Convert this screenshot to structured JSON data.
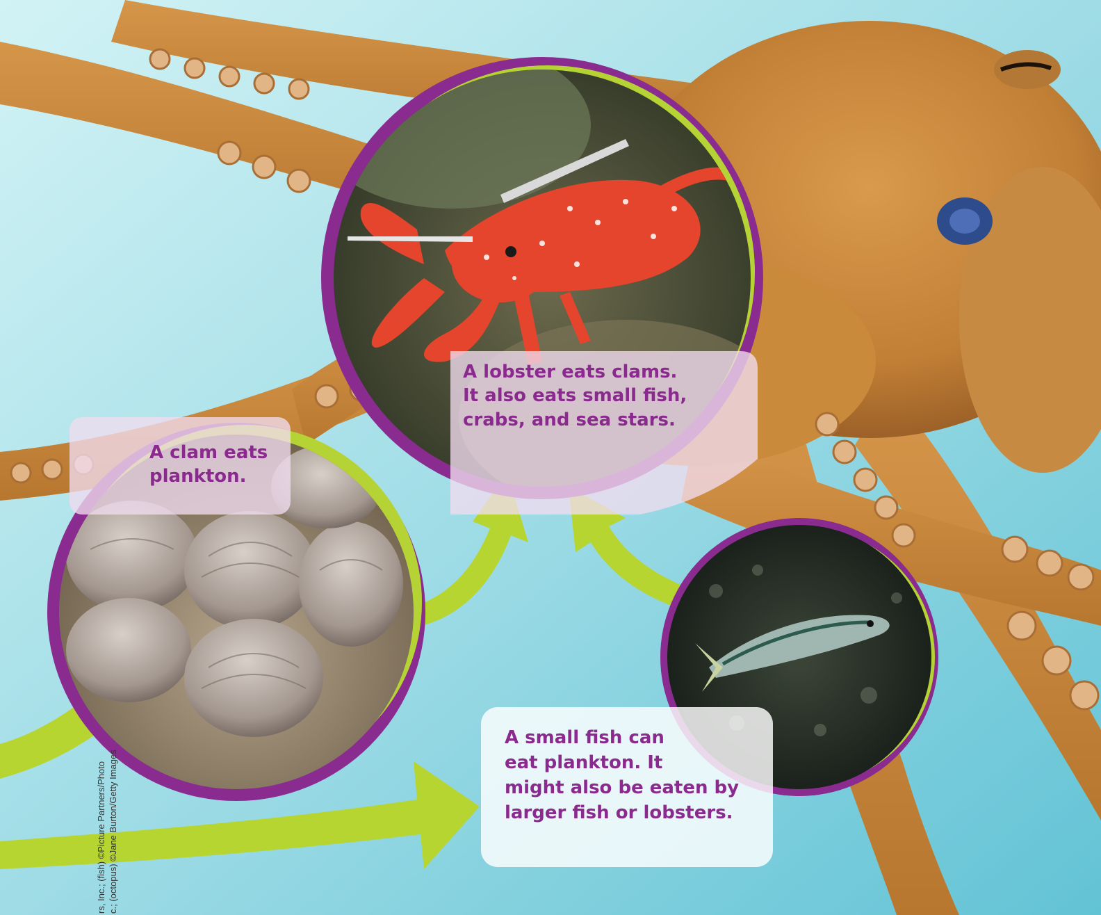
{
  "captions": {
    "lobster": [
      "A lobster eats clams.",
      "It also eats small fish,",
      "crabs, and sea stars."
    ],
    "clam": [
      "A clam eats",
      "plankton."
    ],
    "fish": [
      "A small fish can",
      "eat plankton. It",
      "might also be eaten by",
      "larger fish or lobsters."
    ]
  },
  "credits": {
    "line1": "rs, Inc.; (fish) ©Picture Partners/Photo",
    "line2": "c.; (octopus) ©Jane Burton/Getty Images"
  },
  "colors": {
    "ocean_light": "#c5eef2",
    "ocean_dark": "#5cc4d6",
    "ring_purple": "#8a2c8f",
    "ring_green": "#b5d334",
    "arrow_green": "#b7d531",
    "caption_text": "#8b2a8e",
    "octopus": "#c98a3c"
  },
  "icons": [
    "octopus-photo",
    "lobster-photo",
    "clam-photo",
    "fish-photo",
    "arrow-icon"
  ]
}
